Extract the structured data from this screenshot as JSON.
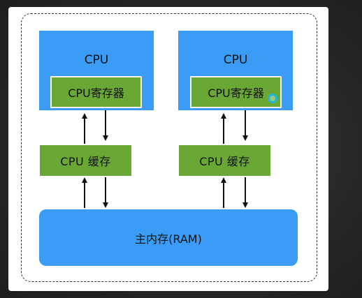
{
  "cpus": [
    {
      "label": "CPU",
      "register_label": "CPU寄存器",
      "cache_label": "CPU 缓存"
    },
    {
      "label": "CPU",
      "register_label": "CPU寄存器",
      "cache_label": "CPU 缓存"
    }
  ],
  "memory": {
    "label": "主内存(RAM)"
  },
  "colors": {
    "cpu_blue": "#3a9cf5",
    "component_green": "#6aa835",
    "frame_border": "#333333",
    "cursor_ring": "#1fb8d8"
  },
  "icons": {
    "cursor": "cursor-highlight-icon",
    "arrow": "arrow-icon"
  }
}
